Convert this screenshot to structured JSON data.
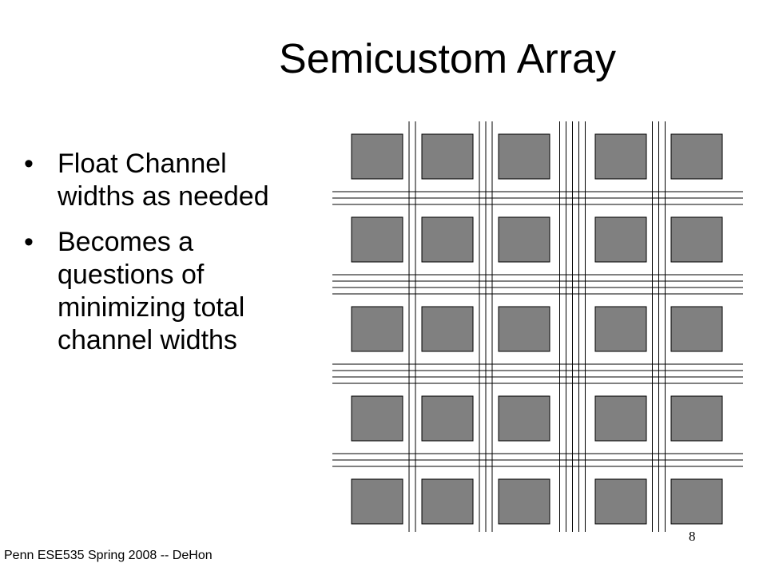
{
  "slide": {
    "title": "Semicustom Array",
    "bullets": [
      "Float Channel widths as needed",
      "Becomes a questions of minimizing total channel widths"
    ],
    "bullet_symbol": "•",
    "page_number": "8",
    "footer": "Penn ESE535 Spring 2008 -- DeHon"
  },
  "diagram": {
    "cell_fill": "#808080",
    "cell_stroke": "#000000",
    "wire_color": "#000000",
    "rows": 5,
    "columns": 5,
    "vertical_channel_wire_counts": [
      2,
      3,
      5,
      3
    ],
    "horizontal_channel_wire_counts": [
      3,
      4,
      4,
      3
    ]
  }
}
